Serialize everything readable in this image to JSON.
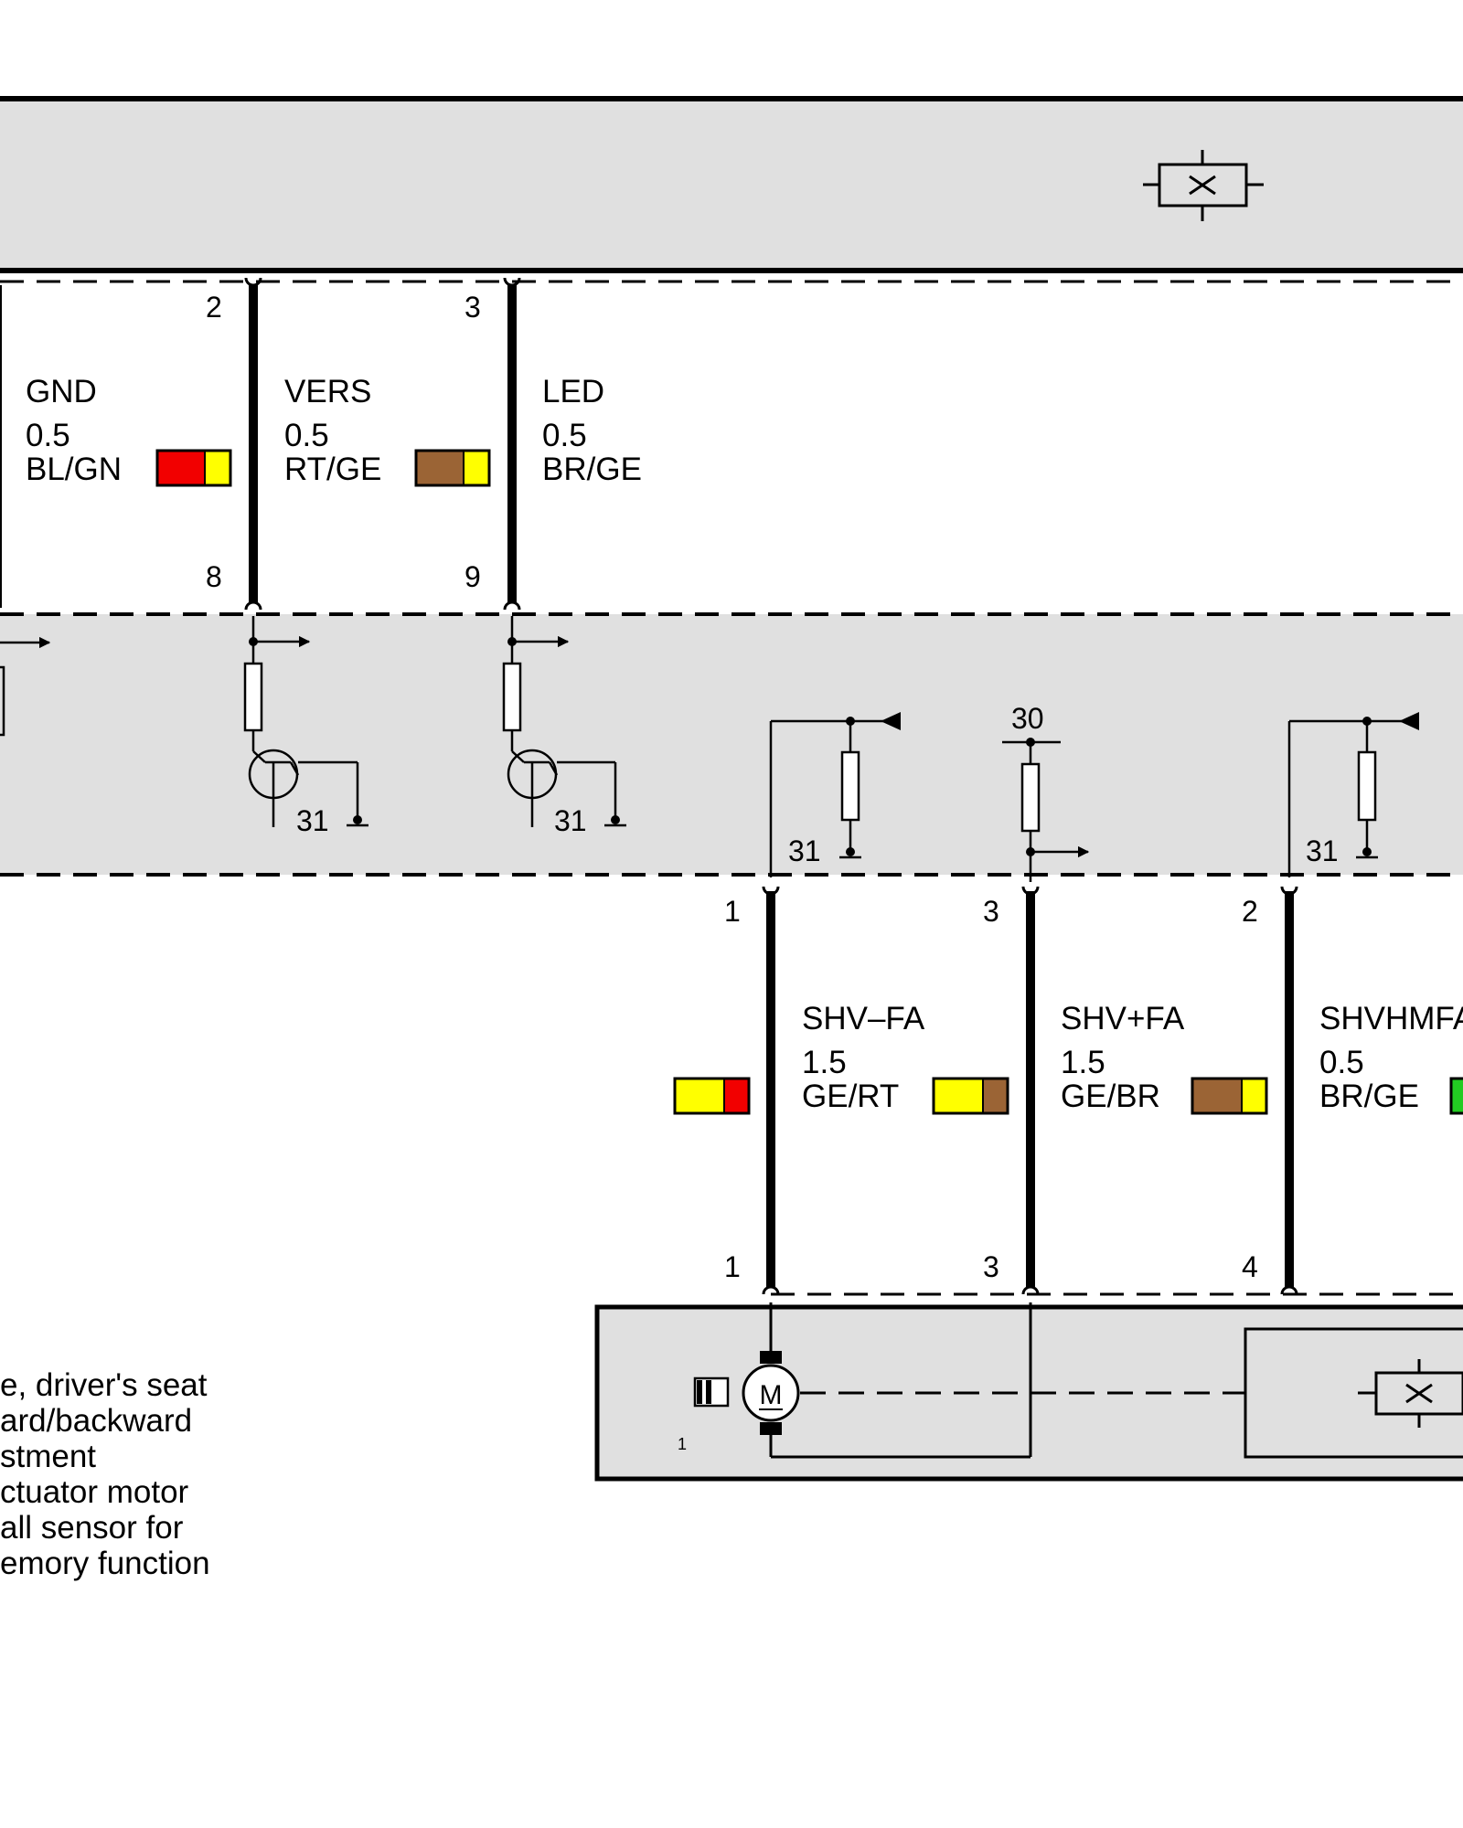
{
  "colors": {
    "panel_fill": "#e0e0e0",
    "line": "#000000",
    "wire_colors": {
      "RT": "#f20000",
      "GE": "#ffff00",
      "BR": "#9b6435",
      "GN": "#22cc22",
      "BL": "#1040e0"
    }
  },
  "upper_wires": [
    {
      "name": "GND",
      "size": "0.5",
      "code": "BL/GN",
      "pin_top": "2",
      "pin_bottom": "8",
      "swatch": [
        "RT",
        "GE"
      ]
    },
    {
      "name": "VERS",
      "size": "0.5",
      "code": "RT/GE",
      "pin_top": "3",
      "pin_bottom": "9",
      "swatch": [
        "BR",
        "GE"
      ]
    },
    {
      "name": "LED",
      "size": "0.5",
      "code": "BR/GE",
      "pin_top": "",
      "pin_bottom": ""
    }
  ],
  "lower_wires": [
    {
      "pin_top": "1",
      "pin_bottom": "1",
      "swatch": [
        "GE",
        "RT"
      ]
    },
    {
      "name": "SHV–FA",
      "size": "1.5",
      "code": "GE/RT",
      "pin_top": "3",
      "pin_bottom": "3",
      "swatch": [
        "GE",
        "BR"
      ]
    },
    {
      "name": "SHV+FA",
      "size": "1.5",
      "code": "GE/BR",
      "pin_top": "2",
      "pin_bottom": "4",
      "swatch": [
        "BR",
        "GE"
      ]
    },
    {
      "name": "SHVHMFA",
      "size": "0.5",
      "code": "BR/GE",
      "swatch": [
        "GN"
      ]
    }
  ],
  "ground_labels": [
    "31",
    "31",
    "31",
    "31"
  ],
  "supply_label": "30",
  "motor_symbol": "M",
  "connector_index": "1",
  "legend_lines": [
    "e, driver's seat",
    "ard/backward",
    "stment",
    "ctuator motor",
    "all sensor for",
    "emory function"
  ]
}
